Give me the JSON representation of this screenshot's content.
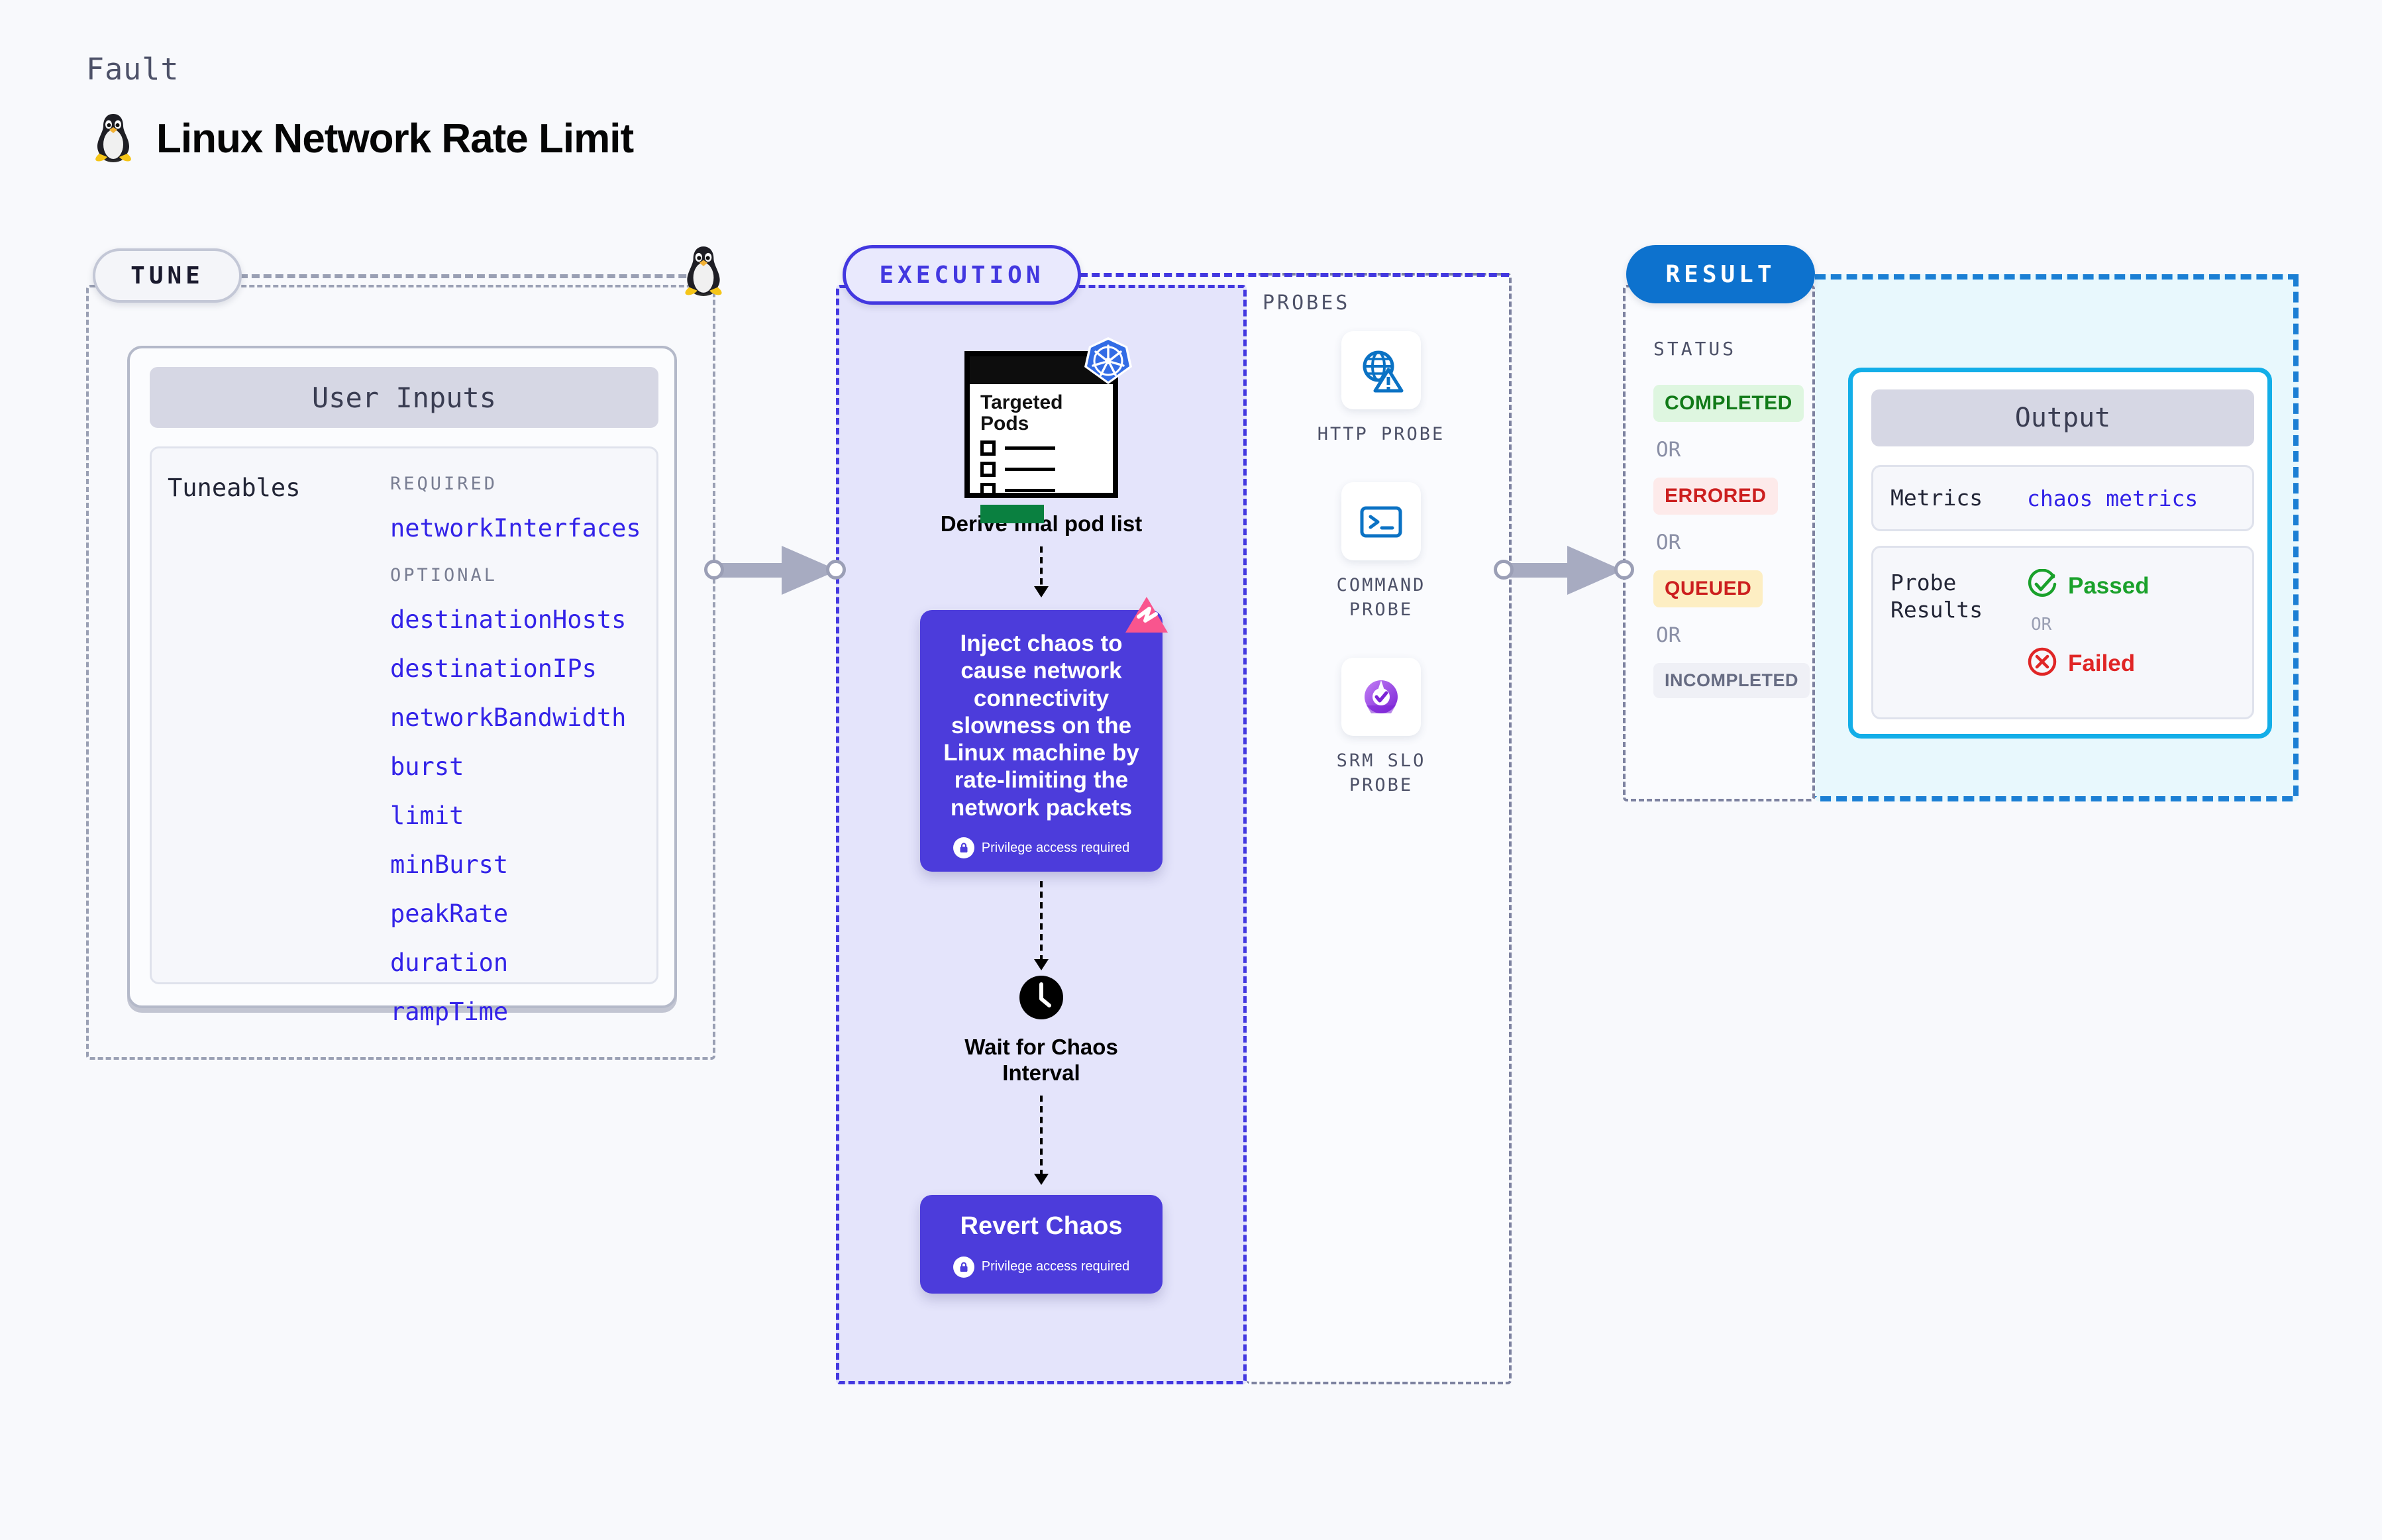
{
  "header": {
    "kicker": "Fault",
    "title": "Linux Network Rate Limit",
    "icon": "linux-penguin-icon"
  },
  "tune": {
    "pill_label": "TUNE",
    "card": {
      "title": "User Inputs",
      "tuneables_label": "Tuneables",
      "groups": [
        {
          "label": "REQUIRED",
          "items": [
            "networkInterfaces"
          ]
        },
        {
          "label": "OPTIONAL",
          "items": [
            "destinationHosts",
            "destinationIPs",
            "networkBandwidth",
            "burst",
            "limit",
            "minBurst",
            "peakRate",
            "duration",
            "rampTime"
          ]
        }
      ]
    }
  },
  "execution": {
    "pill_label": "EXECUTION",
    "steps": [
      {
        "icon": "targeted-pods-icon",
        "card_title_line1": "Targeted",
        "card_title_line2": "Pods",
        "badge": "kubernetes-icon",
        "label": "Derive final pod list"
      },
      {
        "icon": "chaos-inject-icon",
        "badge": "litmus-icon",
        "text": "Inject chaos to cause network connectivity slowness on the Linux machine by rate-limiting the network packets",
        "privilege_note": "Privilege access required"
      },
      {
        "icon": "clock-icon",
        "label": "Wait for Chaos Interval"
      },
      {
        "icon": "revert-icon",
        "label": "Revert Chaos",
        "privilege_note": "Privilege access required"
      }
    ]
  },
  "probes": {
    "label": "PROBES",
    "items": [
      {
        "icon": "globe-warning-icon",
        "name": "HTTP  PROBE"
      },
      {
        "icon": "terminal-icon",
        "name": "COMMAND\nPROBE"
      },
      {
        "icon": "slo-gauge-icon",
        "name": "SRM  SLO\nPROBE"
      }
    ]
  },
  "result": {
    "pill_label": "RESULT",
    "status_head": "STATUS",
    "or_label": "OR",
    "statuses": [
      {
        "label": "COMPLETED",
        "bg": "#def6e0",
        "fg": "#117a18"
      },
      {
        "label": "ERRORED",
        "bg": "#fdeaea",
        "fg": "#cc1f1f"
      },
      {
        "label": "QUEUED",
        "bg": "#fdeec3",
        "fg": "#cc1f1f"
      },
      {
        "label": "INCOMPLETED",
        "bg": "#eff0f6",
        "fg": "#666b82"
      }
    ]
  },
  "output": {
    "title": "Output",
    "metrics_key": "Metrics",
    "metrics_value": "chaos metrics",
    "probe_key": "Probe\nResults",
    "probe_pass": "Passed",
    "probe_fail": "Failed",
    "or_label": "OR",
    "pass_icon": "check-circle-icon",
    "fail_icon": "x-circle-icon"
  },
  "colors": {
    "page_bg": "#f8f9fc",
    "accent_purple": "#4338e0",
    "chaos_card": "#4c3cdb",
    "result_blue": "#0d72ce",
    "output_cyan": "#13aee8",
    "tune_grey": "#9aa0b4",
    "pass_green": "#1aa12b",
    "fail_red": "#e02626",
    "litmus_pink": "#f9558e",
    "k8s_blue": "#326ce5"
  }
}
